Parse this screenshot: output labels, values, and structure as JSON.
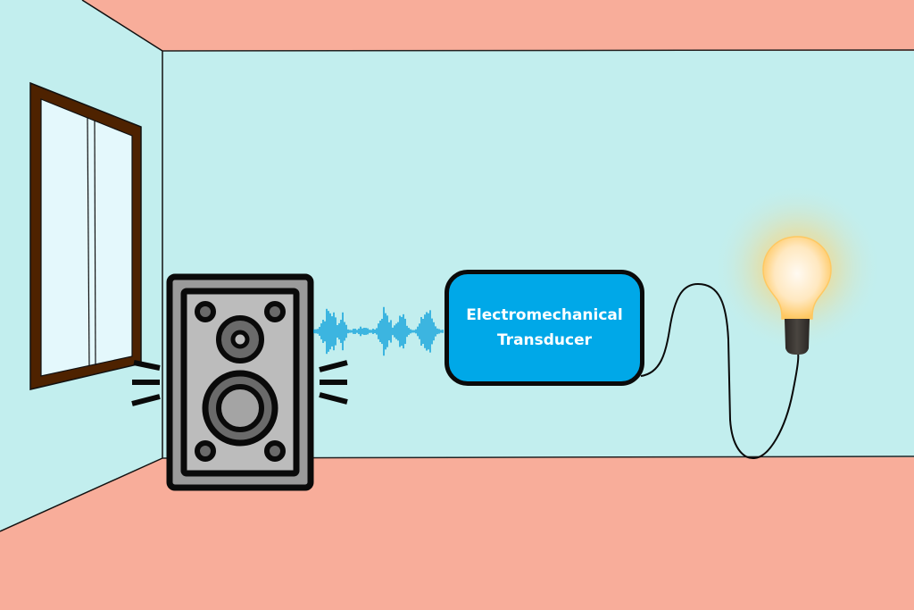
{
  "scene": {
    "title": "Sound energy converted to light via an electromechanical transducer",
    "colors": {
      "wall": "#c2eeee",
      "ceiling": "#f8ad9a",
      "floor": "#f8ad9a",
      "window_frame": "#4e2200",
      "window_glass": "#e4f8fc",
      "speaker_body": "#9a9a9a",
      "speaker_face": "#bcbcbc",
      "sound_wave": "#1aa7dc",
      "transducer_fill": "#00a8e8",
      "bulb_glow": "#ffd27a",
      "bulb_base": "#3a3632",
      "outline": "#0a0a0a"
    }
  },
  "transducer": {
    "line1": "Electromechanical",
    "line2": "Transducer"
  }
}
